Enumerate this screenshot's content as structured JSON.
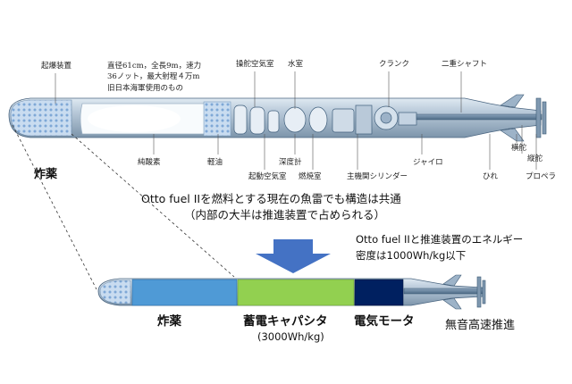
{
  "top_diagram": {
    "labels": {
      "detonator": "起爆装置",
      "spec": "直径61cm，全長9m，速力\n36ノット，最大射程４万m\n旧日本海軍使用のもの",
      "start_air_chamber": "操舵空気室",
      "water_chamber": "水室",
      "crank": "クランク",
      "double_shaft": "二重シャフト",
      "horizontal_rudder": "横舵",
      "vertical_rudder": "縦舵",
      "pure_oxygen": "純酸素",
      "light_oil": "軽油",
      "startup_air": "起動空気室",
      "depth_gauge": "深度計",
      "combustion_chamber": "燃焼室",
      "main_cylinder": "主機関シリンダー",
      "gyro": "ジャイロ",
      "fin": "ひれ",
      "propeller": "プロペラ",
      "explosive": "炸薬"
    }
  },
  "caption": {
    "line1": "Otto fuel IIを燃料とする現在の魚雷でも構造は共通",
    "line2": "（内部の大半は推進装置で占められる）"
  },
  "energy_note": {
    "line1": "Otto fuel IIと推進装置のエネルギー",
    "line2": "密度は1000Wh/kg以下"
  },
  "bottom_diagram": {
    "explosive": "炸薬",
    "capacitor": "蓄電キャパシタ",
    "capacitor_density": "(3000Wh/kg)",
    "motor": "電気モータ",
    "silent": "無音高速推進"
  },
  "colors": {
    "explosive_section": "#4f9ad6",
    "capacitor_section": "#92d050",
    "motor_section": "#002060",
    "arrow": "#4472c4"
  }
}
